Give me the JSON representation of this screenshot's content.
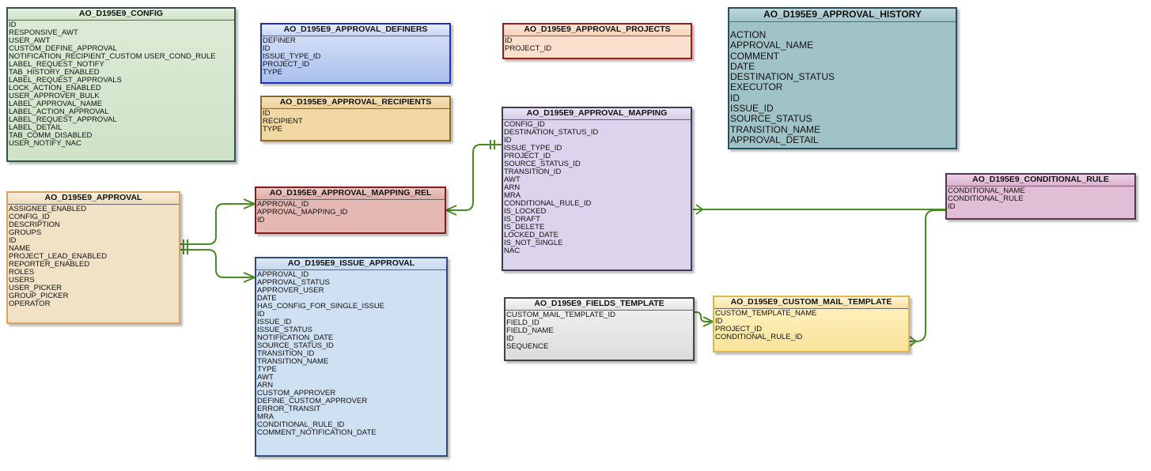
{
  "tables": {
    "config": {
      "name": "AO_D195E9_CONFIG",
      "fields": [
        "ID",
        "RESPONSIVE_AWT",
        "USER_AWT",
        "CUSTOM_DEFINE_APPROVAL",
        "NOTIFICATION_RECIPIENT_CUSTOM USER_COND_RULE",
        "LABEL_REQUEST_NOTIFY",
        "TAB_HISTORY_ENABLED",
        "LABEL_REQUEST_APPROVALS",
        "LOCK_ACTION_ENABLED",
        "USER_APPROVER_BULK",
        "LABEL_APPROVAL_NAME",
        "LABEL_ACTION_APPROVAL",
        "LABEL_REQUEST_APPROVAL",
        "LABEL_DETAIL",
        "TAB_COMM_DISABLED",
        "USER_NOTIFY_NAC"
      ]
    },
    "definers": {
      "name": "AO_D195E9_APPROVAL_DEFINERS",
      "fields": [
        "DEFINER",
        "ID",
        "ISSUE_TYPE_ID",
        "PROJECT_ID",
        "TYPE"
      ]
    },
    "projects": {
      "name": "AO_D195E9_APPROVAL_PROJECTS",
      "fields": [
        "ID",
        "PROJECT_ID"
      ]
    },
    "history": {
      "name": "AO_D195E9_APPROVAL_HISTORY",
      "fields": [
        "ACTION",
        "APPROVAL_NAME",
        "COMMENT",
        "DATE",
        "DESTINATION_STATUS",
        "EXECUTOR",
        "ID",
        "ISSUE_ID",
        "SOURCE_STATUS",
        "TRANSITION_NAME",
        "APPROVAL_DETAIL"
      ]
    },
    "recipients": {
      "name": "AO_D195E9_APPROVAL_RECIPIENTS",
      "fields": [
        "ID",
        "RECIPIENT",
        "TYPE"
      ]
    },
    "mapping": {
      "name": "AO_D195E9_APPROVAL_MAPPING",
      "fields": [
        "CONFIG_ID",
        "DESTINATION_STATUS_ID",
        "ID",
        "ISSUE_TYPE_ID",
        "PROJECT_ID",
        "SOURCE_STATUS_ID",
        "TRANSITION_ID",
        "AWT",
        "ARN",
        "MRA",
        "CONDITIONAL_RULE_ID",
        "IS_LOCKED",
        "IS_DRAFT",
        "IS_DELETE",
        "LOCKED_DATE",
        "IS_NOT_SINGLE",
        "NAC"
      ]
    },
    "approval": {
      "name": "AO_D195E9_APPROVAL",
      "fields": [
        "ASSIGNEE_ENABLED",
        "CONFIG_ID",
        "DESCRIPTION",
        "GROUPS",
        "ID",
        "NAME",
        "PROJECT_LEAD_ENABLED",
        "REPORTER_ENABLED",
        "ROLES",
        "USERS",
        "USER_PICKER",
        "GROUP_PICKER",
        "OPERATOR"
      ]
    },
    "mapping_rel": {
      "name": "AO_D195E9_APPROVAL_MAPPING_REL",
      "fields": [
        "APPROVAL_ID",
        "APPROVAL_MAPPING_ID",
        "ID"
      ]
    },
    "issue_approval": {
      "name": "AO_D195E9_ISSUE_APPROVAL",
      "fields": [
        "APPROVAL_ID",
        "APPROVAL_STATUS",
        "APPROVER_USER",
        "DATE",
        "HAS_CONFIG_FOR_SINGLE_ISSUE",
        "ID",
        "ISSUE_ID",
        "ISSUE_STATUS",
        "NOTIFICATION_DATE",
        "SOURCE_STATUS_ID",
        "TRANSITION_ID",
        "TRANSITION_NAME",
        "TYPE",
        "AWT",
        "ARN",
        "CUSTOM_APPROVER",
        "DEFINE_CUSTOM_APPROVER",
        "ERROR_TRANSIT",
        "MRA",
        "CONDITIONAL_RULE_ID",
        "COMMENT_NOTIFICATION_DATE"
      ]
    },
    "conditional_rule": {
      "name": "AO_D195E9_CONDITIONAL_RULE",
      "fields": [
        "CONDITIONAL_NAME",
        "CONDITIONAL_RULE",
        "ID"
      ]
    },
    "fields_template": {
      "name": "AO_D195E9_FIELDS_TEMPLATE",
      "fields": [
        " CUSTOM_MAIL_TEMPLATE_ID",
        "FIELD_ID",
        "FIELD_NAME",
        "ID",
        "SEQUENCE"
      ]
    },
    "custom_mail_template": {
      "name": "AO_D195E9_CUSTOM_MAIL_TEMPLATE",
      "fields": [
        "CUSTOM_TEMPLATE_NAME",
        "ID",
        "PROJECT_ID",
        "CONDITIONAL_RULE_ID"
      ]
    }
  },
  "colors": {
    "connector": "#4a8a22"
  }
}
